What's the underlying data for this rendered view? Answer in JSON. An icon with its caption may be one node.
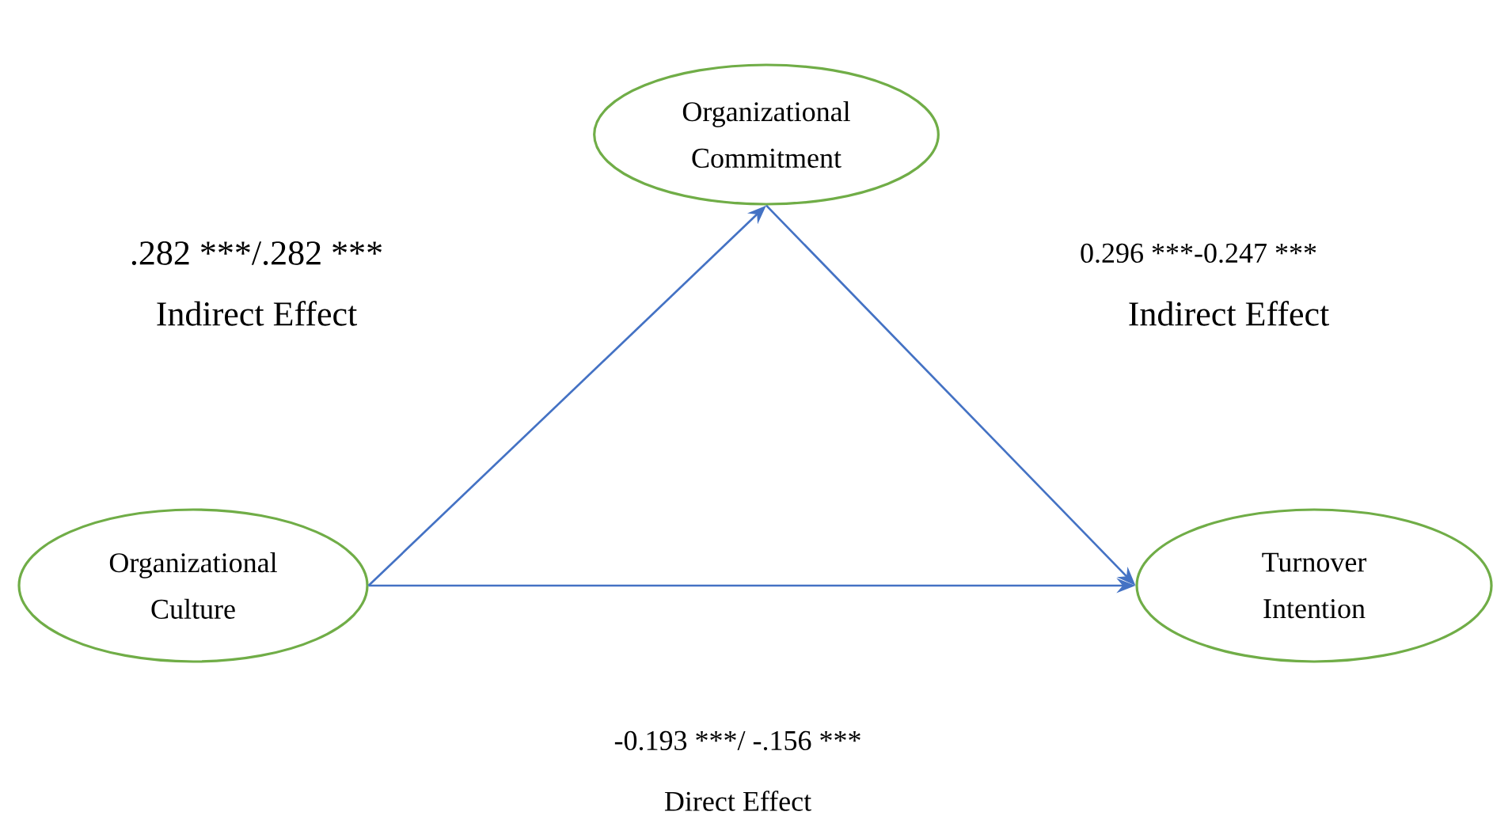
{
  "diagram": {
    "nodes": [
      {
        "text": [
          "Organizational Commitment"
        ]
      },
      {
        "text": [
          "Organizational Culture"
        ]
      },
      {
        "text": [
          "Turnover Intention"
        ]
      }
    ],
    "edges": [
      {
        "from": 1,
        "to": 0,
        "arrow": "to"
      },
      {
        "from": 0,
        "to": 2,
        "arrow": "to"
      },
      {
        "from": 1,
        "to": 2,
        "arrow": "to"
      }
    ],
    "labels": [
      ".282 ***/.282 ***",
      "Indirect Effect",
      "0.296 ***-0.247 ***",
      "Indirect Effect",
      "-0.193 ***/ -.156 ***",
      "Direct Effect"
    ]
  }
}
